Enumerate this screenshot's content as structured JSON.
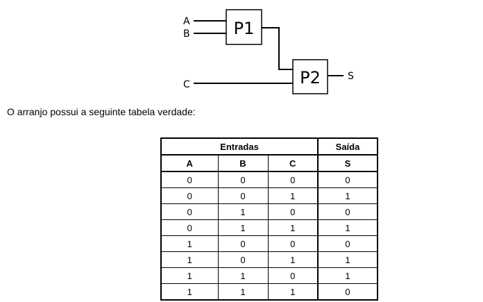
{
  "diagram": {
    "inputs": [
      "A",
      "B",
      "C"
    ],
    "gates": [
      "P1",
      "P2"
    ],
    "output": "S"
  },
  "caption": "O arranjo possui a seguinte tabela verdade:",
  "table": {
    "group_headers": {
      "inputs": "Entradas",
      "output": "Saída"
    },
    "columns": [
      "A",
      "B",
      "C",
      "S"
    ],
    "rows": [
      [
        "0",
        "0",
        "0",
        "0"
      ],
      [
        "0",
        "0",
        "1",
        "1"
      ],
      [
        "0",
        "1",
        "0",
        "0"
      ],
      [
        "0",
        "1",
        "1",
        "1"
      ],
      [
        "1",
        "0",
        "0",
        "0"
      ],
      [
        "1",
        "0",
        "1",
        "1"
      ],
      [
        "1",
        "1",
        "0",
        "1"
      ],
      [
        "1",
        "1",
        "1",
        "0"
      ]
    ]
  }
}
